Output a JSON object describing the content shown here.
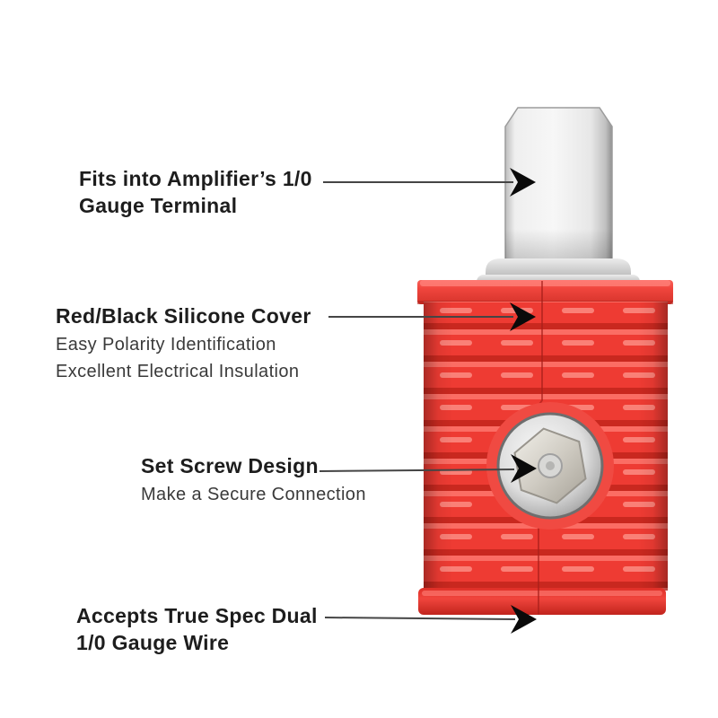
{
  "canvas": {
    "background": "#ffffff"
  },
  "colors": {
    "silicone_red": "#ee3b33",
    "silicone_red_highlight": "#ff7d74",
    "silicone_red_shadow": "#c4281f",
    "metal_light": "#f2f2f2",
    "metal_dark": "#9e9e9e",
    "title_text": "#1d1d1d",
    "subtitle_text": "#3a3a3a",
    "callout_line": "#454545",
    "arrowhead": "#0a0a0a"
  },
  "callouts": [
    {
      "title_lines": [
        "Fits into Amplifier’s 1/0",
        "Gauge Terminal"
      ],
      "subtitle_lines": []
    },
    {
      "title_lines": [
        "Red/Black Silicone Cover"
      ],
      "subtitle_lines": [
        "Easy Polarity Identification",
        "Excellent Electrical Insulation"
      ]
    },
    {
      "title_lines": [
        "Set Screw Design"
      ],
      "subtitle_lines": [
        "Make a Secure Connection"
      ]
    },
    {
      "title_lines": [
        "Accepts True Spec Dual",
        "1/0 Gauge Wire"
      ],
      "subtitle_lines": []
    }
  ]
}
